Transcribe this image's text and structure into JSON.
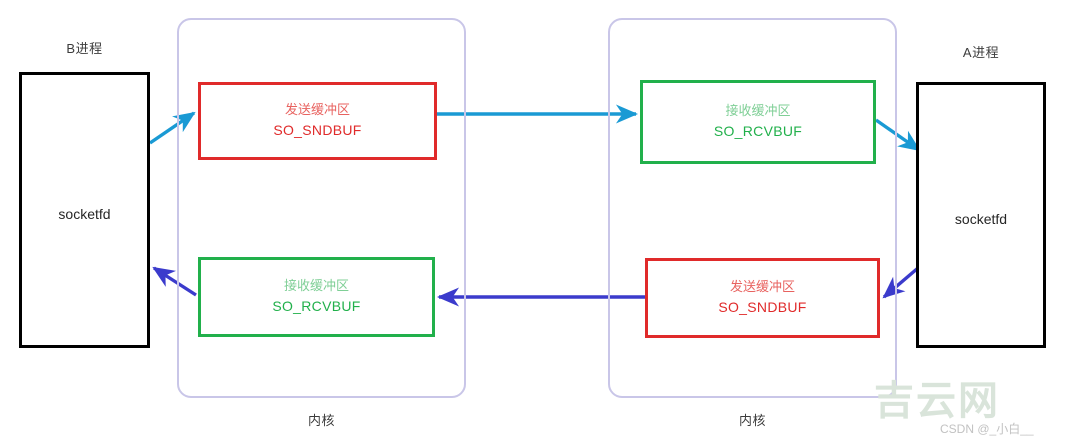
{
  "diagram": {
    "title_alt": "Socket send/receive buffer data flow between two processes",
    "colors": {
      "process_border": "#000000",
      "kernel_border": "#c9c6e8",
      "send_buffer": "#e02a2a",
      "recv_buffer": "#21b04b",
      "flow_a_to_b": "#1a9ad4",
      "flow_b_to_a": "#3b3bcc",
      "watermark": "#d9e4da"
    }
  },
  "left_process": {
    "label": "B进程",
    "socket_label": "socketfd"
  },
  "right_process": {
    "label": "A进程",
    "socket_label": "socketfd"
  },
  "left_kernel": {
    "label": "内核",
    "send_buffer": {
      "cn": "发送缓冲区",
      "en": "SO_SNDBUF"
    },
    "recv_buffer": {
      "cn": "接收缓冲区",
      "en": "SO_RCVBUF"
    }
  },
  "right_kernel": {
    "label": "内核",
    "send_buffer": {
      "cn": "发送缓冲区",
      "en": "SO_SNDBUF"
    },
    "recv_buffer": {
      "cn": "接收缓冲区",
      "en": "SO_RCVBUF"
    }
  },
  "watermark": {
    "logo": "吉云网",
    "credit": "CSDN @_小白__"
  }
}
